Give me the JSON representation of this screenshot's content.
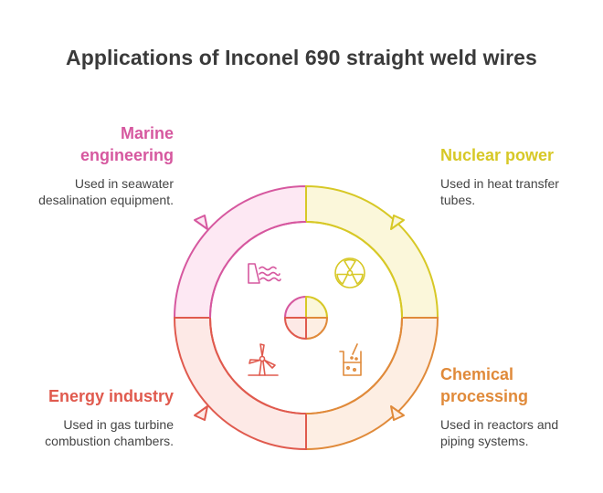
{
  "title": "Applications of Inconel 690 straight weld wires",
  "colors": {
    "marine": "#d6589f",
    "nuclear": "#d7c826",
    "chemical": "#e08a3a",
    "energy": "#e05a4e",
    "text": "#444444",
    "title": "#3a3a3a"
  },
  "sections": [
    {
      "id": "marine",
      "heading_line1": "Marine",
      "heading_line2": "engineering",
      "desc_line1": "Used in seawater",
      "desc_line2": "desalination equipment.",
      "icon": "dam-water-icon"
    },
    {
      "id": "nuclear",
      "heading_line1": "Nuclear power",
      "desc_line1": "Used in heat transfer",
      "desc_line2": "tubes.",
      "icon": "radiation-icon"
    },
    {
      "id": "chemical",
      "heading_line1": "Chemical",
      "heading_line2": "processing",
      "desc_line1": "Used in reactors and",
      "desc_line2": "piping systems.",
      "icon": "beaker-icon"
    },
    {
      "id": "energy",
      "heading_line1": "Energy industry",
      "desc_line1": "Used in gas turbine",
      "desc_line2": "combustion chambers.",
      "icon": "wind-turbine-icon"
    }
  ]
}
